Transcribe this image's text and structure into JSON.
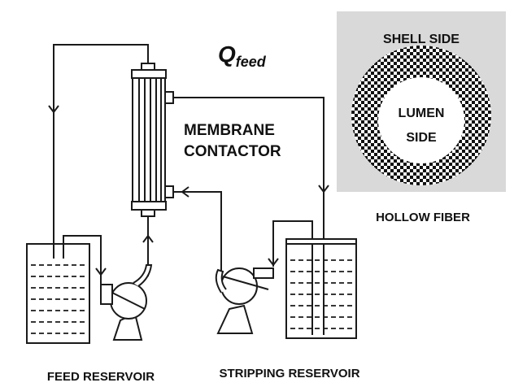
{
  "labels": {
    "flow_symbol": "Q",
    "flow_subscript": "feed",
    "membrane_line1": "MEMBRANE",
    "membrane_line2": "CONTACTOR",
    "shell_side": "SHELL SIDE",
    "lumen_line1": "LUMEN",
    "lumen_line2": "SIDE",
    "hollow_fiber": "HOLLOW FIBER",
    "feed_reservoir": "FEED RESERVOIR",
    "stripping_reservoir": "STRIPPING RESERVOIR"
  },
  "colors": {
    "line": "#1a1a1a",
    "inset_background": "#d9d9d9",
    "lumen_fill": "#ffffff"
  }
}
